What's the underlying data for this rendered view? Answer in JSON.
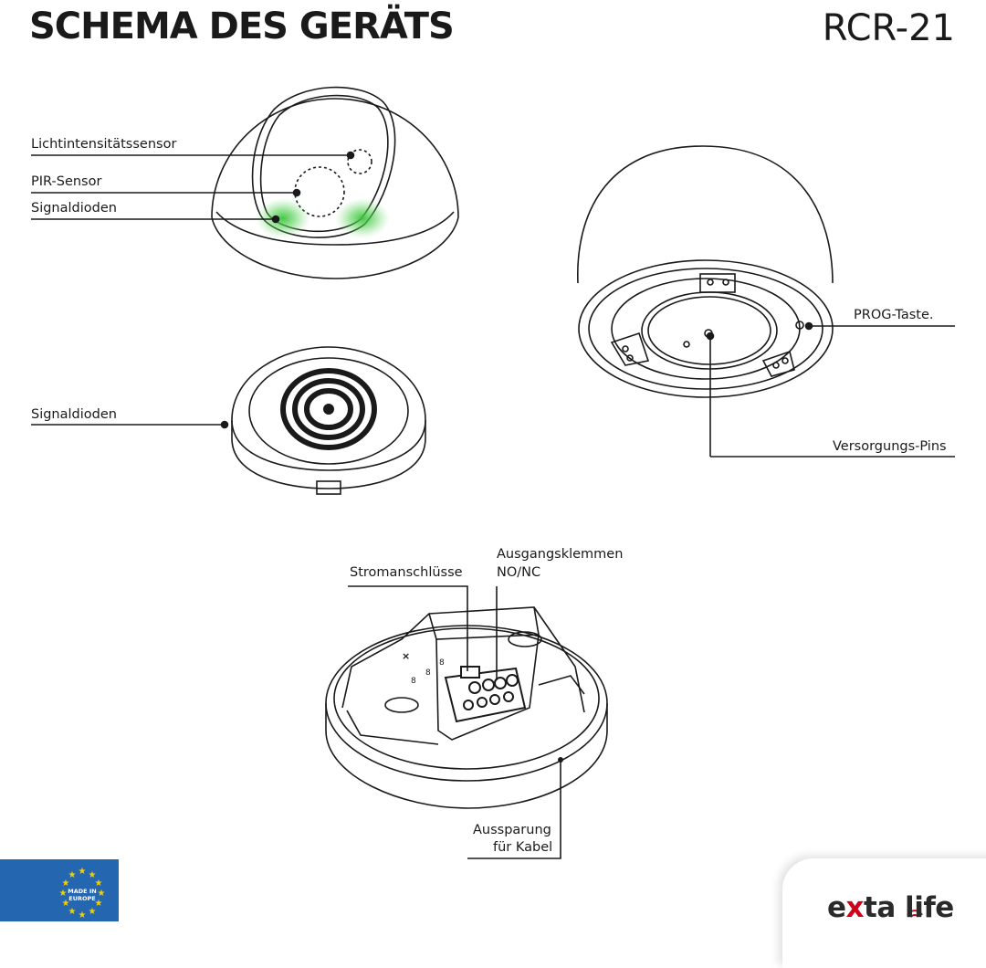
{
  "header": {
    "title": "SCHEMA DES GERÄTS",
    "model": "RCR-21"
  },
  "labels": {
    "light_sensor": "Lichtintensitätssensor",
    "pir_sensor": "PIR-Sensor",
    "signal_diodes_top": "Signaldioden",
    "signal_diodes_side": "Signaldioden",
    "prog_button": "PROG-Taste.",
    "supply_pins": "Versorgungs-Pins",
    "power_connections": "Stromanschlüsse",
    "output_terminals_line1": "Ausgangsklemmen",
    "output_terminals_line2": "NO/NC",
    "cable_recess_line1": "Aussparung",
    "cable_recess_line2": "für Kabel"
  },
  "badge": {
    "line1": "MADE IN",
    "line2": "EUROPE"
  },
  "brand": {
    "part1": "e",
    "accent": "x",
    "part2": "ta life"
  },
  "colors": {
    "led_green": "#3cc43c",
    "eu_blue": "#2466b0",
    "eu_star": "#f5d000",
    "brand_red": "#d0021b"
  }
}
